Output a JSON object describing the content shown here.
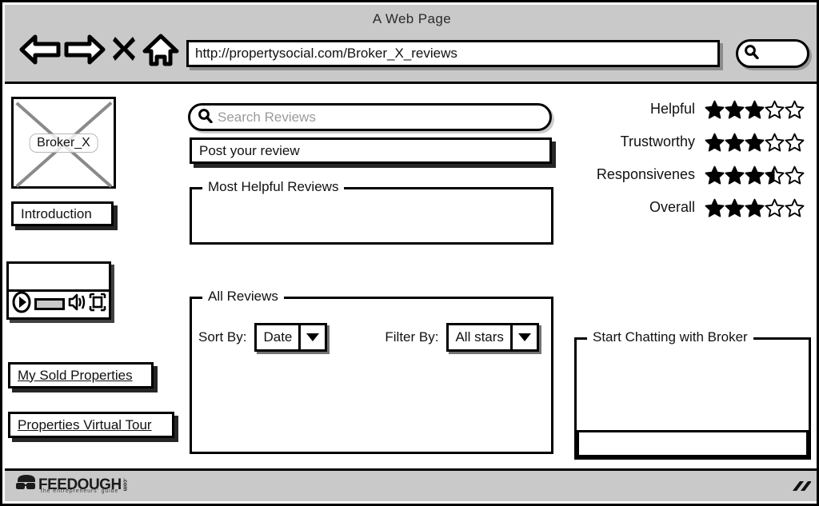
{
  "browser": {
    "window_title": "A Web Page",
    "url": "http://propertysocial.com/Broker_X_reviews",
    "nav": {
      "back_icon": "back-arrow-icon",
      "forward_icon": "forward-arrow-icon",
      "stop_icon": "stop-x-icon",
      "home_icon": "home-icon"
    },
    "search_icon": "search-magnifier-icon"
  },
  "sidebar": {
    "profile_image": {
      "icon": "image-placeholder-icon",
      "label": "Broker_X"
    },
    "introduction_button": "Introduction",
    "video": {
      "play_icon": "play-circle-icon",
      "volume_icon": "speaker-icon",
      "fullscreen_icon": "fullscreen-icon"
    },
    "links": [
      {
        "label": "My Sold Properties"
      },
      {
        "label": "Properties Virtual Tour"
      }
    ]
  },
  "main": {
    "search": {
      "icon": "search-magnifier-icon",
      "placeholder": "Search Reviews",
      "value": ""
    },
    "post_review": {
      "label": "Post your review",
      "value": "Post your review"
    },
    "most_helpful": {
      "title": "Most Helpful Reviews",
      "items": []
    },
    "all_reviews": {
      "title": "All Reviews",
      "sort_by": {
        "label": "Sort By:",
        "value": "Date",
        "arrow_icon": "chevron-down-icon"
      },
      "filter_by": {
        "label": "Filter By:",
        "value": "All stars",
        "arrow_icon": "chevron-down-icon"
      },
      "items": []
    }
  },
  "ratings": {
    "max": 5,
    "items": [
      {
        "label": "Helpful",
        "value": 3
      },
      {
        "label": "Trustworthy",
        "value": 3
      },
      {
        "label": "Responsivenes",
        "value": 3.5
      },
      {
        "label": "Overall",
        "value": 3
      }
    ]
  },
  "chat": {
    "title": "Start Chatting with Broker",
    "messages": [],
    "input_value": ""
  },
  "footer": {
    "brand": "FEEDOUGH",
    "brand_tld": ".com",
    "tagline": "the entrepreneurs' guide",
    "resize_grip_icon": "resize-grip-icon"
  },
  "colors": {
    "chrome": "#c9c9c9",
    "ink": "#000000",
    "placeholder_text": "#9b9b9b",
    "page_background": "#ffffff"
  }
}
